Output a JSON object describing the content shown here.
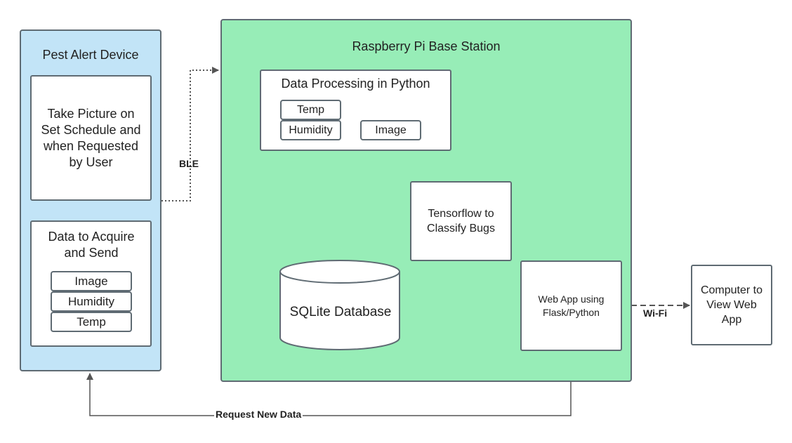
{
  "device": {
    "title": "Pest Alert Device",
    "picture_box": "Take Picture on Set Schedule and when Requested by User",
    "acquire_box": "Data to Acquire and Send",
    "items": [
      "Image",
      "Humidity",
      "Temp"
    ]
  },
  "base": {
    "title": "Raspberry Pi Base Station",
    "processing": {
      "title": "Data Processing in Python",
      "items": [
        "Temp",
        "Humidity",
        "Image"
      ]
    },
    "tensorflow": "Tensorflow to Classify Bugs",
    "database": "SQLite Database",
    "webapp": "Web App using Flask/Python"
  },
  "computer": "Computer to View Web App",
  "connections": {
    "ble": "BLE",
    "wifi": "Wi-Fi",
    "request": "Request New Data"
  }
}
